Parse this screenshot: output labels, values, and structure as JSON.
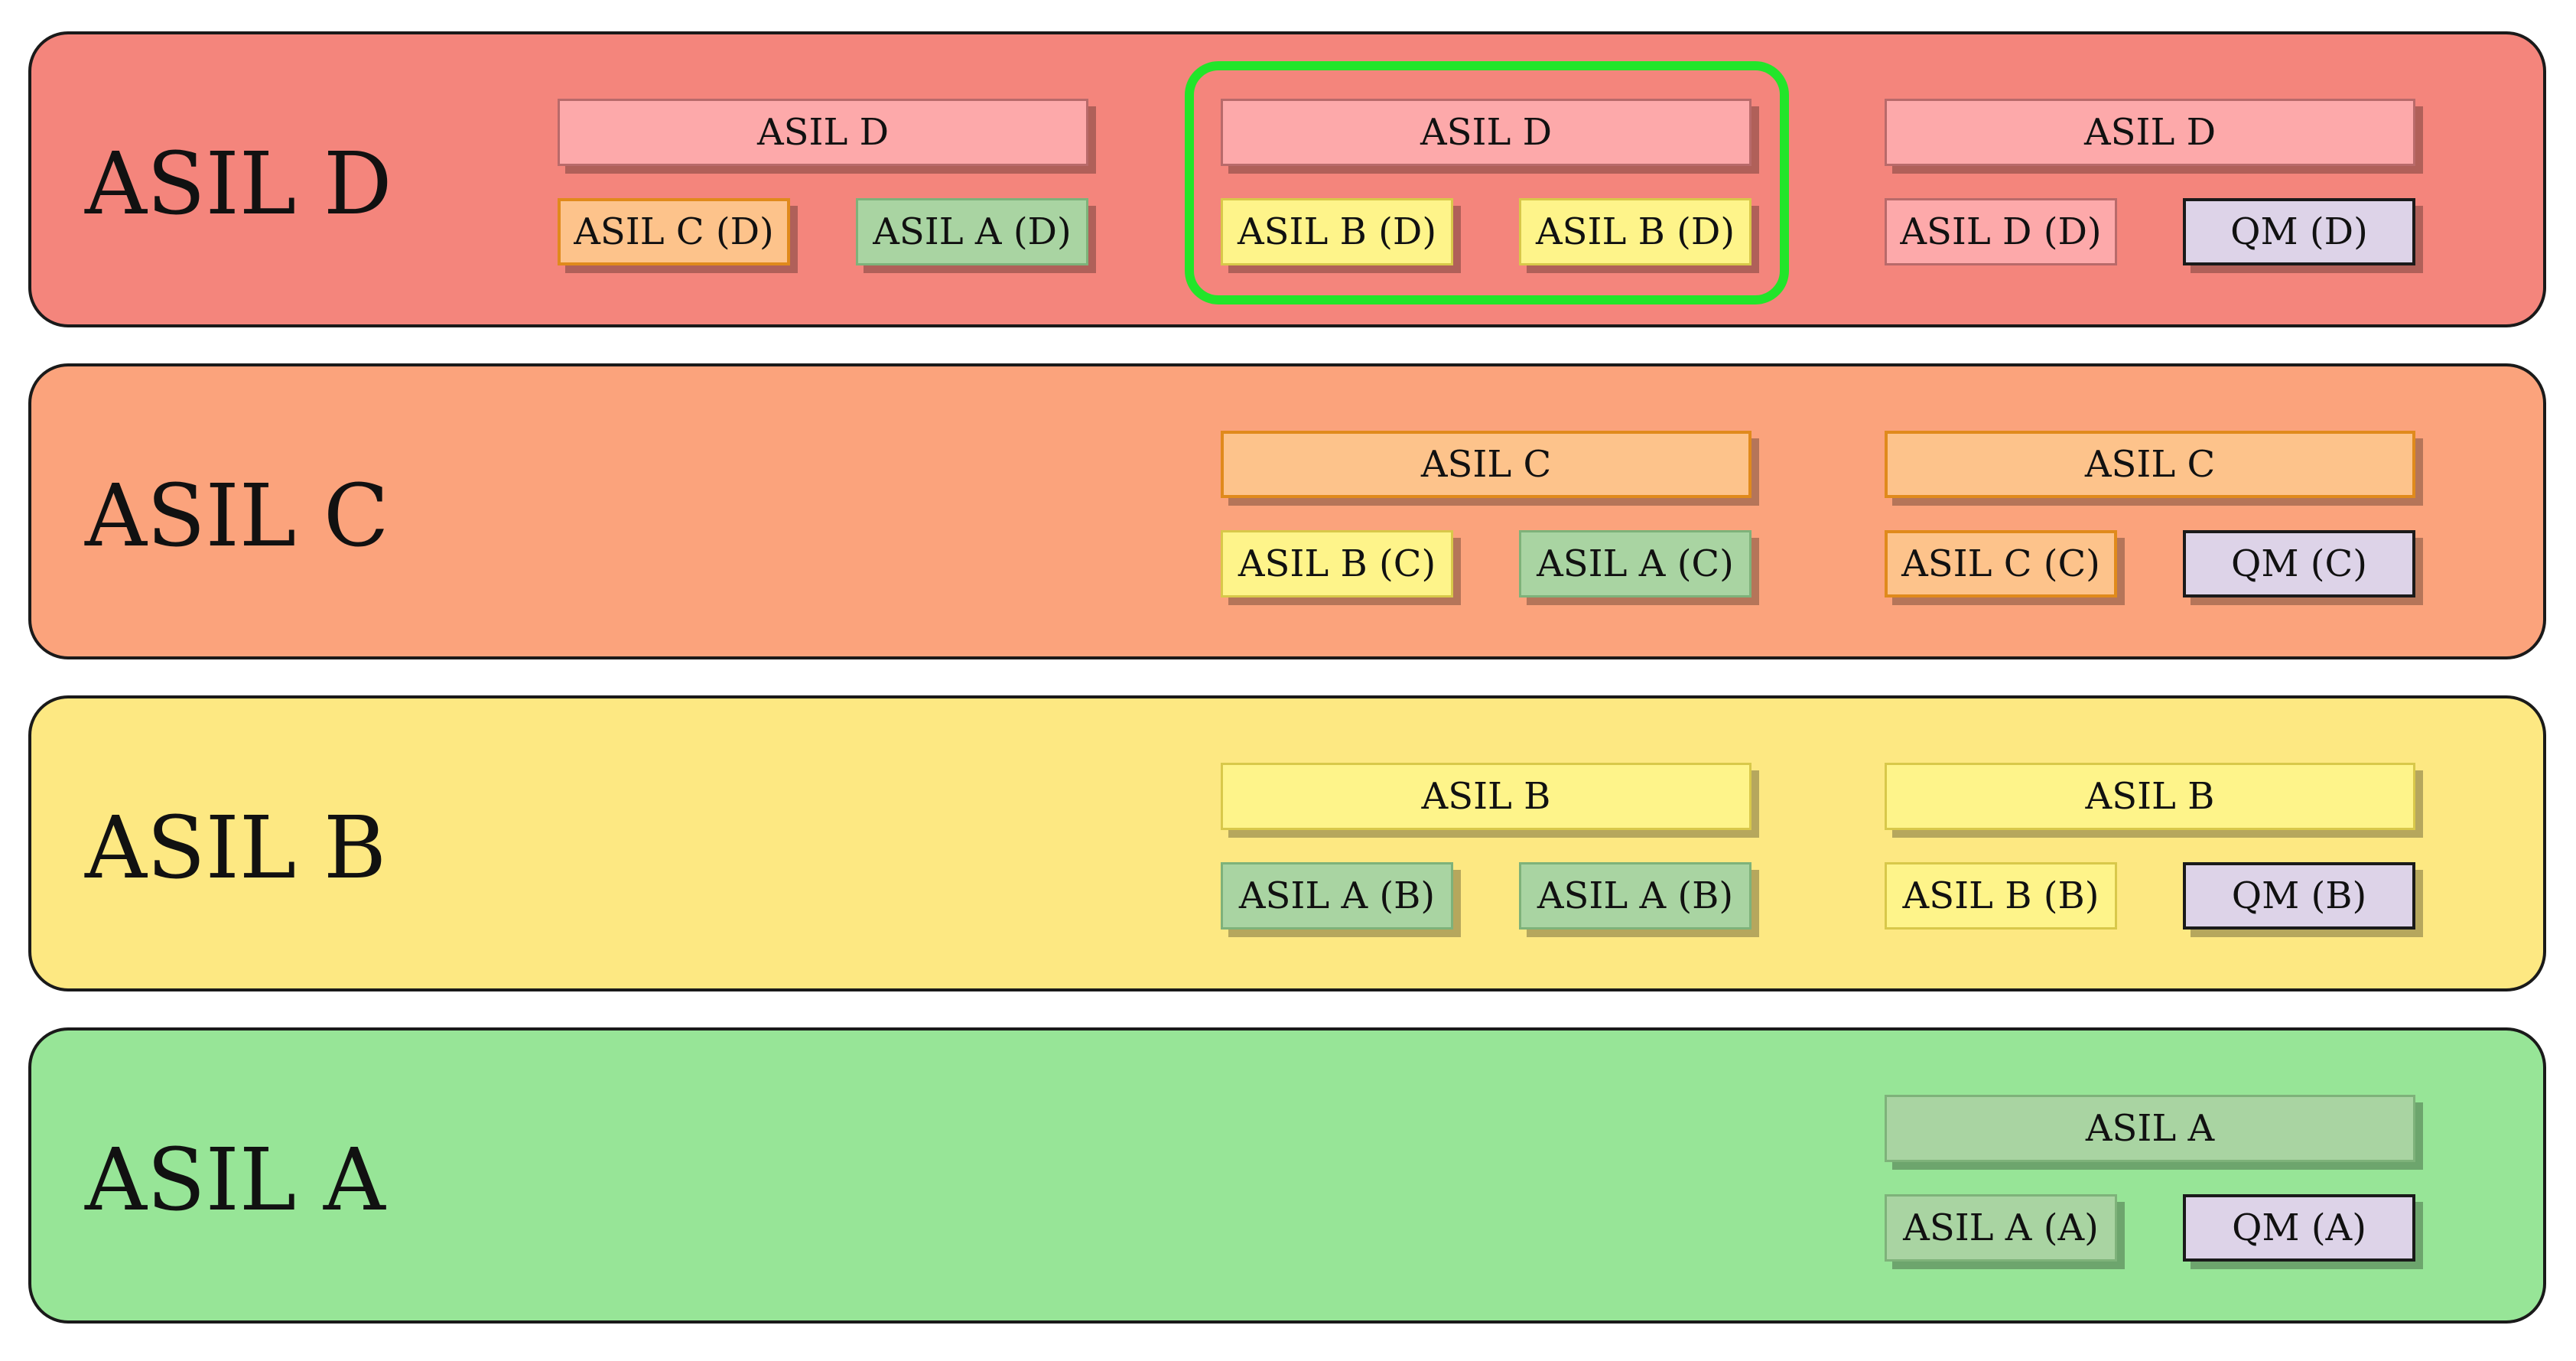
{
  "colors": {
    "band_d": "#f4857c",
    "band_c": "#fba37c",
    "band_b": "#fde882",
    "band_a": "#97e597",
    "box_d": "#fda9aa",
    "box_c": "#fdc38b",
    "box_b": "#fef48a",
    "box_a": "#a9d4a2",
    "box_qm": "#ddd3e8",
    "highlight": "#22e52a"
  },
  "bands": [
    {
      "label": "ASIL D"
    },
    {
      "label": "ASIL C"
    },
    {
      "label": "ASIL B"
    },
    {
      "label": "ASIL A"
    }
  ],
  "groups": {
    "d1": {
      "top": "ASIL D",
      "left": "ASIL C (D)",
      "right": "ASIL A (D)"
    },
    "d2": {
      "top": "ASIL D",
      "left": "ASIL B (D)",
      "right": "ASIL B (D)"
    },
    "d3": {
      "top": "ASIL D",
      "left": "ASIL D (D)",
      "right": "QM (D)"
    },
    "c2": {
      "top": "ASIL C",
      "left": "ASIL B (C)",
      "right": "ASIL A (C)"
    },
    "c3": {
      "top": "ASIL C",
      "left": "ASIL C (C)",
      "right": "QM (C)"
    },
    "b2": {
      "top": "ASIL B",
      "left": "ASIL A (B)",
      "right": "ASIL A (B)"
    },
    "b3": {
      "top": "ASIL B",
      "left": "ASIL B (B)",
      "right": "QM (B)"
    },
    "a3": {
      "top": "ASIL A",
      "left": "ASIL A (A)",
      "right": "QM (A)"
    }
  }
}
